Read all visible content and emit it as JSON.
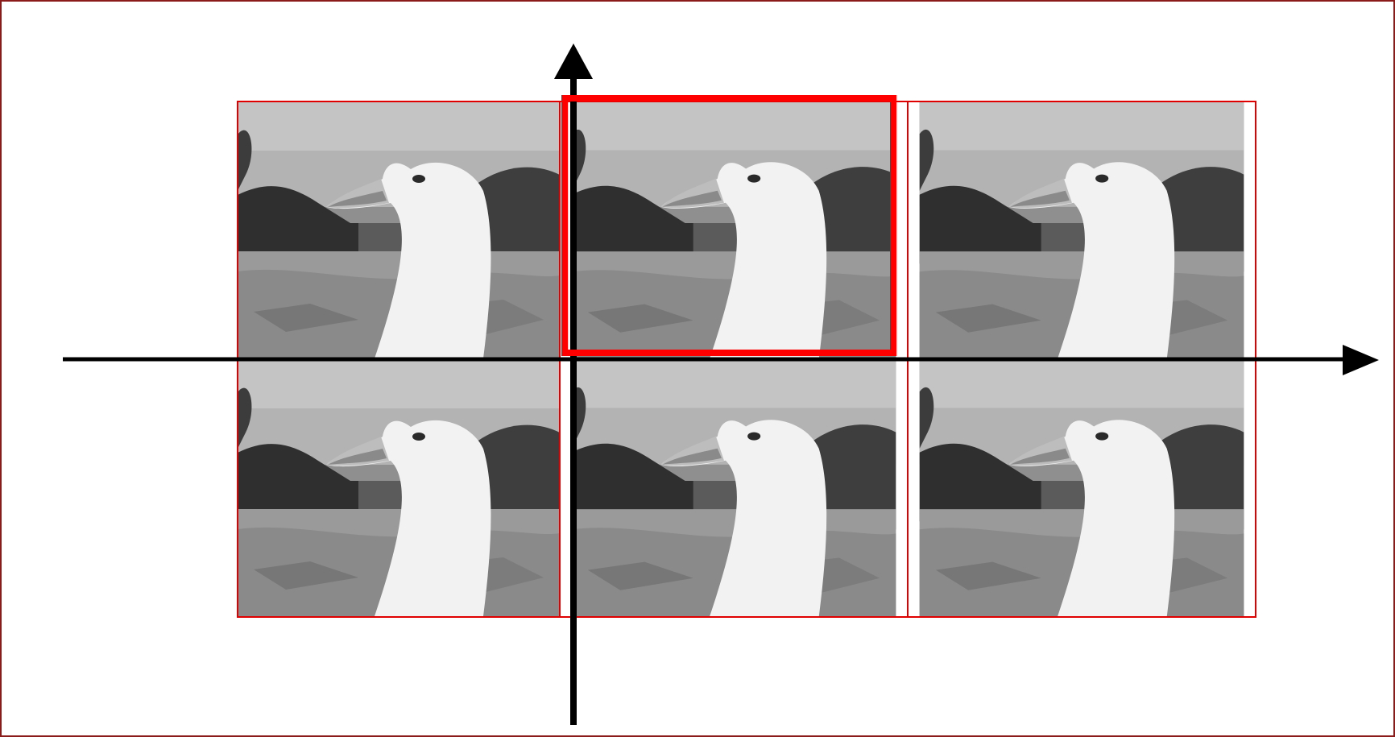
{
  "figure": {
    "subject": "goose-photo",
    "tiles": [
      {
        "row": 0,
        "col": 0,
        "highlighted": false
      },
      {
        "row": 0,
        "col": 1,
        "highlighted": true
      },
      {
        "row": 0,
        "col": 2,
        "highlighted": false
      },
      {
        "row": 1,
        "col": 0,
        "highlighted": false
      },
      {
        "row": 1,
        "col": 1,
        "highlighted": false
      },
      {
        "row": 1,
        "col": 2,
        "highlighted": false
      }
    ],
    "axes": {
      "horizontal_arrow": "right",
      "vertical_arrow": "up"
    },
    "colors": {
      "frame_border": "#8b1a1a",
      "tile_border": "#e00000",
      "highlight_border": "#ff0000",
      "axis": "#000000"
    }
  }
}
